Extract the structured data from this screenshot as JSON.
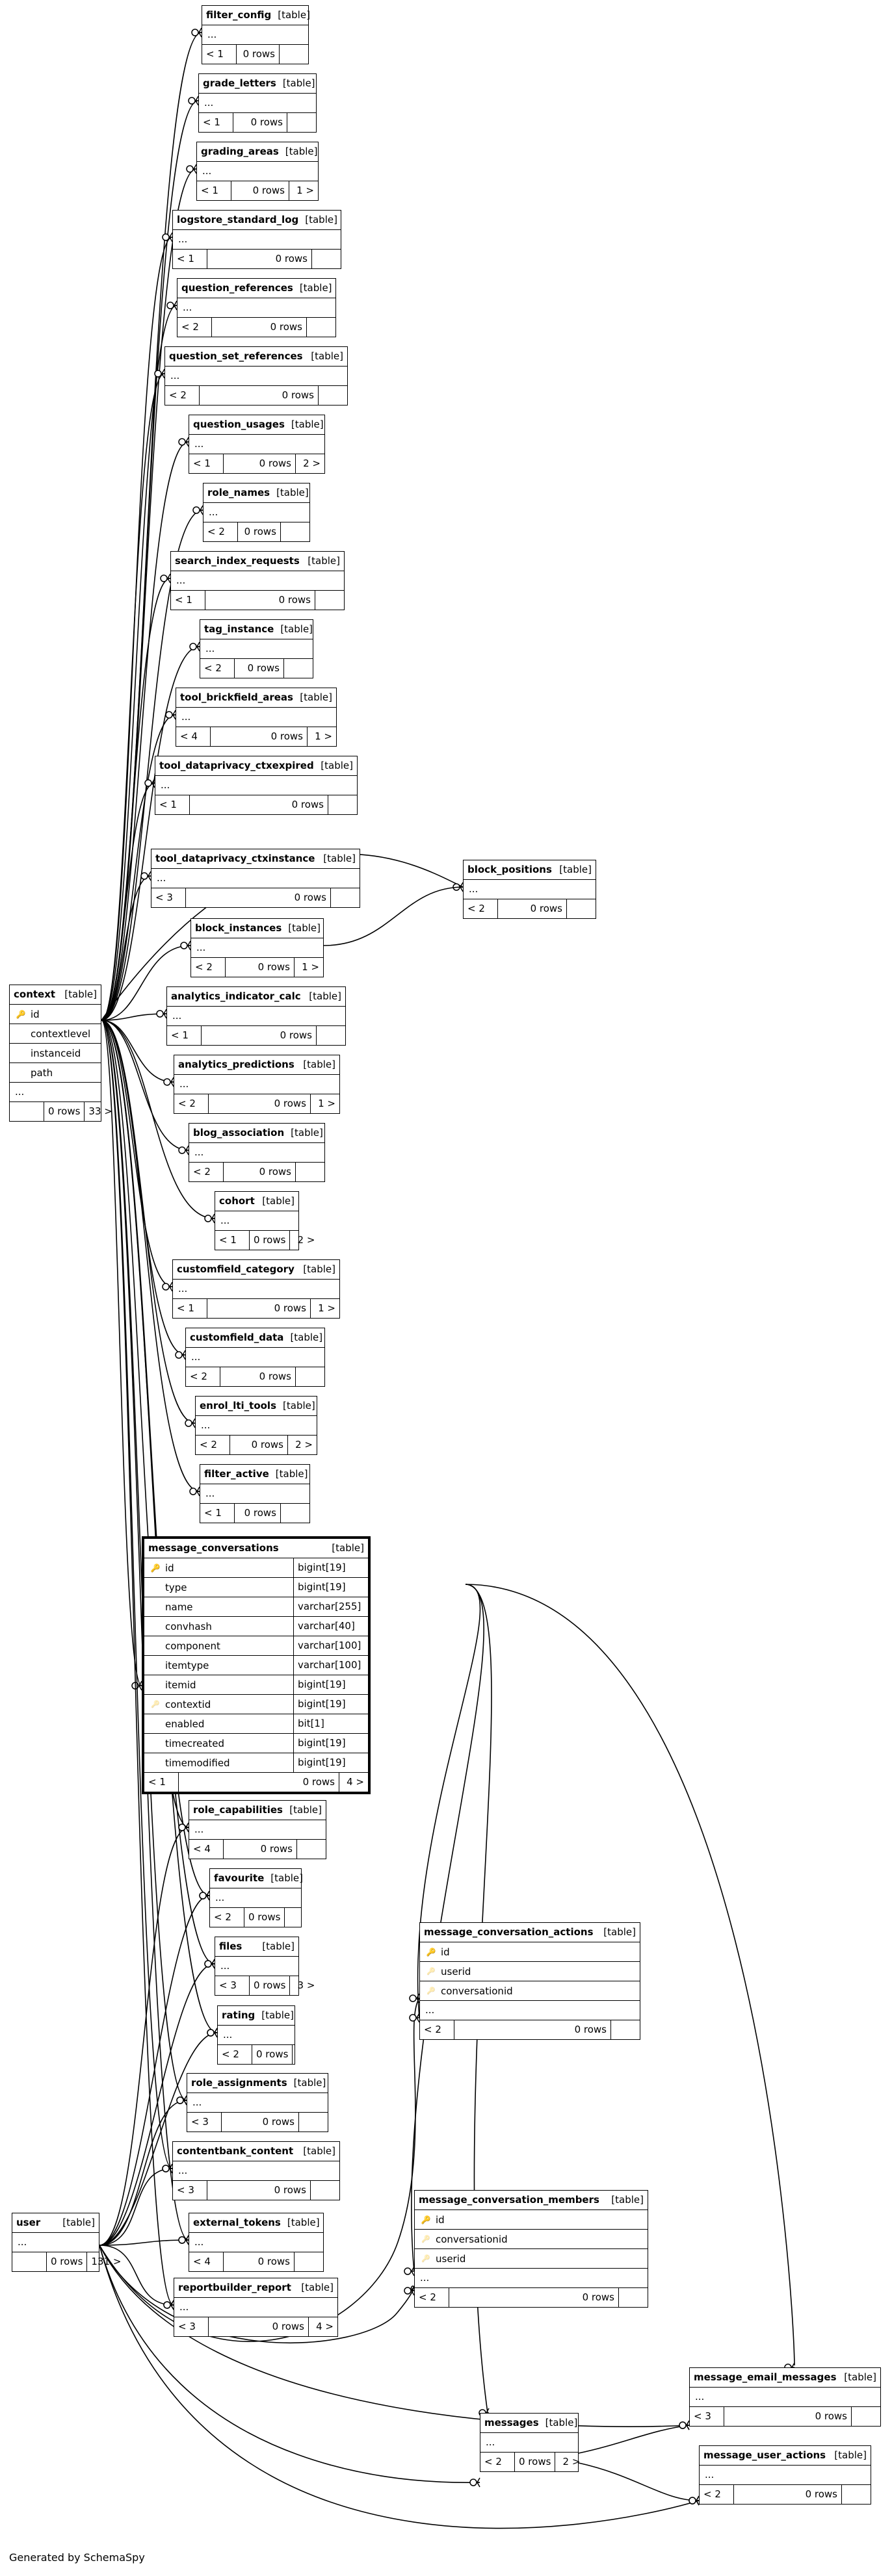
{
  "generated_by": "Generated by SchemaSpy",
  "entities": [
    {
      "id": "filter_config",
      "name": "filter_config",
      "kind": "[table]",
      "ellipsis": "...",
      "foot": [
        "< 1",
        "0 rows",
        ""
      ]
    },
    {
      "id": "grade_letters",
      "name": "grade_letters",
      "kind": "[table]",
      "ellipsis": "...",
      "foot": [
        "< 1",
        "0 rows",
        ""
      ]
    },
    {
      "id": "grading_areas",
      "name": "grading_areas",
      "kind": "[table]",
      "ellipsis": "...",
      "foot": [
        "< 1",
        "0 rows",
        "1 >"
      ]
    },
    {
      "id": "logstore_standard_log",
      "name": "logstore_standard_log",
      "kind": "[table]",
      "ellipsis": "...",
      "foot": [
        "< 1",
        "0 rows",
        ""
      ]
    },
    {
      "id": "question_references",
      "name": "question_references",
      "kind": "[table]",
      "ellipsis": "...",
      "foot": [
        "< 2",
        "0 rows",
        ""
      ]
    },
    {
      "id": "question_set_references",
      "name": "question_set_references",
      "kind": "[table]",
      "ellipsis": "...",
      "foot": [
        "< 2",
        "0 rows",
        ""
      ]
    },
    {
      "id": "question_usages",
      "name": "question_usages",
      "kind": "[table]",
      "ellipsis": "...",
      "foot": [
        "< 1",
        "0 rows",
        "2 >"
      ]
    },
    {
      "id": "role_names",
      "name": "role_names",
      "kind": "[table]",
      "ellipsis": "...",
      "foot": [
        "< 2",
        "0 rows",
        ""
      ]
    },
    {
      "id": "search_index_requests",
      "name": "search_index_requests",
      "kind": "[table]",
      "ellipsis": "...",
      "foot": [
        "< 1",
        "0 rows",
        ""
      ]
    },
    {
      "id": "tag_instance",
      "name": "tag_instance",
      "kind": "[table]",
      "ellipsis": "...",
      "foot": [
        "< 2",
        "0 rows",
        ""
      ]
    },
    {
      "id": "tool_brickfield_areas",
      "name": "tool_brickfield_areas",
      "kind": "[table]",
      "ellipsis": "...",
      "foot": [
        "< 4",
        "0 rows",
        "1 >"
      ]
    },
    {
      "id": "tool_dataprivacy_ctxexpired",
      "name": "tool_dataprivacy_ctxexpired",
      "kind": "[table]",
      "ellipsis": "...",
      "foot": [
        "< 1",
        "0 rows",
        ""
      ]
    },
    {
      "id": "tool_dataprivacy_ctxinstance",
      "name": "tool_dataprivacy_ctxinstance",
      "kind": "[table]",
      "ellipsis": "...",
      "foot": [
        "< 3",
        "0 rows",
        ""
      ]
    },
    {
      "id": "block_positions",
      "name": "block_positions",
      "kind": "[table]",
      "ellipsis": "...",
      "foot": [
        "< 2",
        "0 rows",
        ""
      ]
    },
    {
      "id": "block_instances",
      "name": "block_instances",
      "kind": "[table]",
      "ellipsis": "...",
      "foot": [
        "< 2",
        "0 rows",
        "1 >"
      ]
    },
    {
      "id": "context",
      "name": "context",
      "kind": "[table]",
      "columns": [
        {
          "name": "id",
          "key": "pk"
        },
        {
          "name": "contextlevel",
          "key": ""
        },
        {
          "name": "instanceid",
          "key": ""
        },
        {
          "name": "path",
          "key": ""
        }
      ],
      "ellipsis": "...",
      "foot": [
        "",
        "0 rows",
        "33 >"
      ]
    },
    {
      "id": "analytics_indicator_calc",
      "name": "analytics_indicator_calc",
      "kind": "[table]",
      "ellipsis": "...",
      "foot": [
        "< 1",
        "0 rows",
        ""
      ]
    },
    {
      "id": "analytics_predictions",
      "name": "analytics_predictions",
      "kind": "[table]",
      "ellipsis": "...",
      "foot": [
        "< 2",
        "0 rows",
        "1 >"
      ]
    },
    {
      "id": "blog_association",
      "name": "blog_association",
      "kind": "[table]",
      "ellipsis": "...",
      "foot": [
        "< 2",
        "0 rows",
        ""
      ]
    },
    {
      "id": "cohort",
      "name": "cohort",
      "kind": "[table]",
      "ellipsis": "...",
      "foot": [
        "< 1",
        "0 rows",
        "2 >"
      ]
    },
    {
      "id": "customfield_category",
      "name": "customfield_category",
      "kind": "[table]",
      "ellipsis": "...",
      "foot": [
        "< 1",
        "0 rows",
        "1 >"
      ]
    },
    {
      "id": "customfield_data",
      "name": "customfield_data",
      "kind": "[table]",
      "ellipsis": "...",
      "foot": [
        "< 2",
        "0 rows",
        ""
      ]
    },
    {
      "id": "enrol_lti_tools",
      "name": "enrol_lti_tools",
      "kind": "[table]",
      "ellipsis": "...",
      "foot": [
        "< 2",
        "0 rows",
        "2 >"
      ]
    },
    {
      "id": "filter_active",
      "name": "filter_active",
      "kind": "[table]",
      "ellipsis": "...",
      "foot": [
        "< 1",
        "0 rows",
        ""
      ]
    },
    {
      "id": "message_conversations",
      "name": "message_conversations",
      "kind": "[table]",
      "focus": true,
      "columns": [
        {
          "name": "id",
          "key": "pk",
          "type": "bigint[19]"
        },
        {
          "name": "type",
          "key": "",
          "type": "bigint[19]"
        },
        {
          "name": "name",
          "key": "",
          "type": "varchar[255]"
        },
        {
          "name": "convhash",
          "key": "",
          "type": "varchar[40]"
        },
        {
          "name": "component",
          "key": "",
          "type": "varchar[100]"
        },
        {
          "name": "itemtype",
          "key": "",
          "type": "varchar[100]"
        },
        {
          "name": "itemid",
          "key": "",
          "type": "bigint[19]"
        },
        {
          "name": "contextid",
          "key": "fk",
          "type": "bigint[19]"
        },
        {
          "name": "enabled",
          "key": "",
          "type": "bit[1]"
        },
        {
          "name": "timecreated",
          "key": "",
          "type": "bigint[19]"
        },
        {
          "name": "timemodified",
          "key": "",
          "type": "bigint[19]"
        }
      ],
      "foot": [
        "< 1",
        "0 rows",
        "4 >"
      ]
    },
    {
      "id": "role_capabilities",
      "name": "role_capabilities",
      "kind": "[table]",
      "ellipsis": "...",
      "foot": [
        "< 4",
        "0 rows",
        ""
      ]
    },
    {
      "id": "favourite",
      "name": "favourite",
      "kind": "[table]",
      "ellipsis": "...",
      "foot": [
        "< 2",
        "0 rows",
        ""
      ]
    },
    {
      "id": "files",
      "name": "files",
      "kind": "[table]",
      "ellipsis": "...",
      "foot": [
        "< 3",
        "0 rows",
        "3 >"
      ]
    },
    {
      "id": "message_conversation_actions",
      "name": "message_conversation_actions",
      "kind": "[table]",
      "columns": [
        {
          "name": "id",
          "key": "pk"
        },
        {
          "name": "userid",
          "key": "fk"
        },
        {
          "name": "conversationid",
          "key": "fk"
        }
      ],
      "ellipsis": "...",
      "foot": [
        "< 2",
        "0 rows",
        ""
      ]
    },
    {
      "id": "rating",
      "name": "rating",
      "kind": "[table]",
      "ellipsis": "...",
      "foot": [
        "< 2",
        "0 rows",
        ""
      ]
    },
    {
      "id": "role_assignments",
      "name": "role_assignments",
      "kind": "[table]",
      "ellipsis": "...",
      "foot": [
        "< 3",
        "0 rows",
        ""
      ]
    },
    {
      "id": "contentbank_content",
      "name": "contentbank_content",
      "kind": "[table]",
      "ellipsis": "...",
      "foot": [
        "< 3",
        "0 rows",
        ""
      ]
    },
    {
      "id": "message_conversation_members",
      "name": "message_conversation_members",
      "kind": "[table]",
      "columns": [
        {
          "name": "id",
          "key": "pk"
        },
        {
          "name": "conversationid",
          "key": "fk"
        },
        {
          "name": "userid",
          "key": "fk"
        }
      ],
      "ellipsis": "...",
      "foot": [
        "< 2",
        "0 rows",
        ""
      ]
    },
    {
      "id": "user",
      "name": "user",
      "kind": "[table]",
      "ellipsis": "...",
      "foot": [
        "",
        "0 rows",
        "131 >"
      ]
    },
    {
      "id": "external_tokens",
      "name": "external_tokens",
      "kind": "[table]",
      "ellipsis": "...",
      "foot": [
        "< 4",
        "0 rows",
        ""
      ]
    },
    {
      "id": "reportbuilder_report",
      "name": "reportbuilder_report",
      "kind": "[table]",
      "ellipsis": "...",
      "foot": [
        "< 3",
        "0 rows",
        "4 >"
      ]
    },
    {
      "id": "message_email_messages",
      "name": "message_email_messages",
      "kind": "[table]",
      "ellipsis": "...",
      "foot": [
        "< 3",
        "0 rows",
        ""
      ]
    },
    {
      "id": "messages",
      "name": "messages",
      "kind": "[table]",
      "ellipsis": "...",
      "foot": [
        "< 2",
        "0 rows",
        "2 >"
      ]
    },
    {
      "id": "message_user_actions",
      "name": "message_user_actions",
      "kind": "[table]",
      "ellipsis": "...",
      "foot": [
        "< 2",
        "0 rows",
        ""
      ]
    }
  ]
}
